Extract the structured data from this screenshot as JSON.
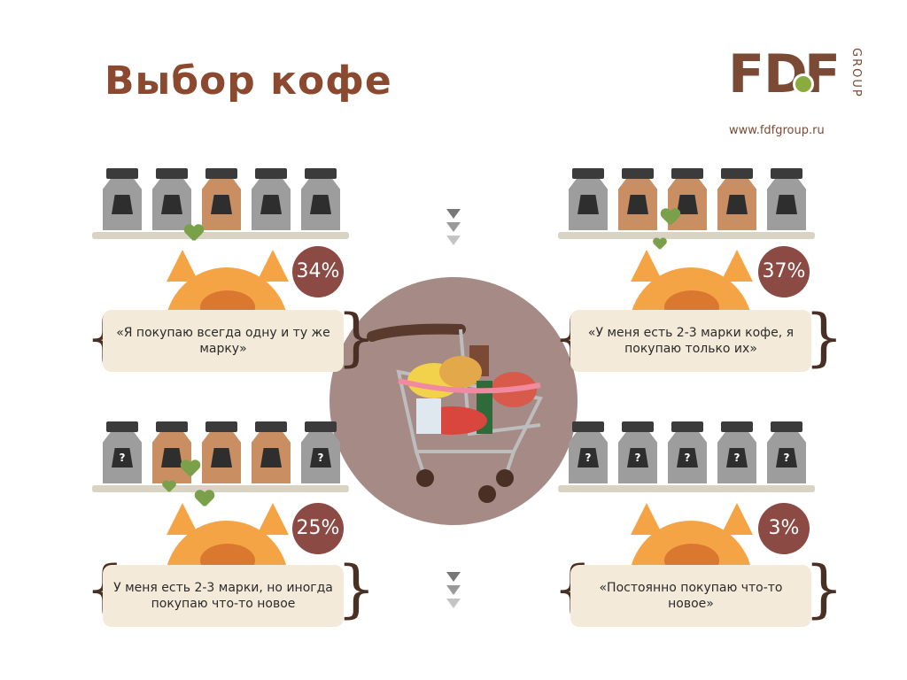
{
  "title": "Выбор кофе",
  "logo": {
    "letters": [
      "F",
      "D",
      "F"
    ],
    "group": "GROUP",
    "url": "www.fdfgroup.ru",
    "accent": "#8aab3e"
  },
  "colors": {
    "brown_text": "#8b4a2f",
    "badge": "#8b4a43",
    "circle": "#a58a86",
    "cat": "#f5a445",
    "bubble": "#f3ead9",
    "heart": "#7aa04a"
  },
  "jar_mark": "?",
  "quadrants": [
    {
      "percent": "34%",
      "text": "«Я покупаю всегда одну и ту же марку»",
      "jars": [
        "grey",
        "grey",
        "brown",
        "grey",
        "grey"
      ],
      "marked": false
    },
    {
      "percent": "37%",
      "text": "«У меня есть 2-3 марки кофе, я покупаю только их»",
      "jars": [
        "grey",
        "brown",
        "brown",
        "brown",
        "grey"
      ],
      "marked": false
    },
    {
      "percent": "25%",
      "text": "У меня есть 2-3 марки, но иногда покупаю что-то новое",
      "jars": [
        "grey",
        "brown",
        "brown",
        "brown",
        "grey"
      ],
      "marked": true
    },
    {
      "percent": "3%",
      "text": "«Постоянно покупаю что-то новое»",
      "jars": [
        "grey",
        "grey",
        "grey",
        "grey",
        "grey"
      ],
      "marked": true
    }
  ]
}
